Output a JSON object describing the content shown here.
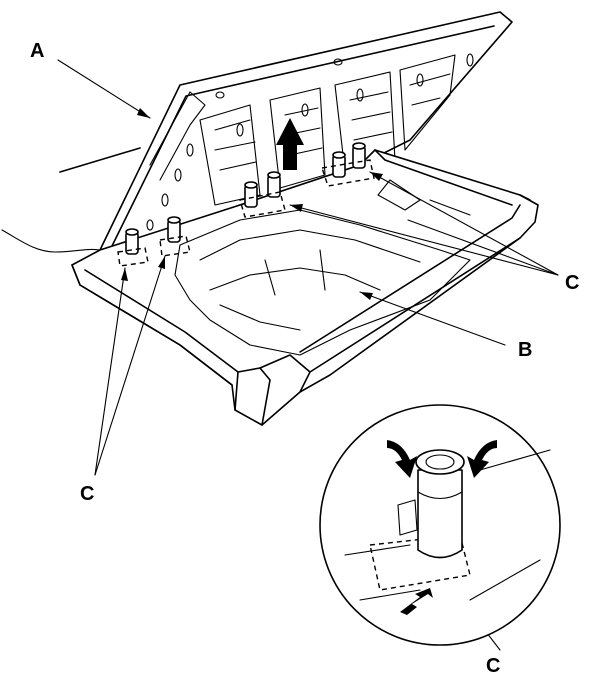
{
  "figure": {
    "callouts": {
      "a": "A",
      "b": "B",
      "c_right": "C",
      "c_left": "C",
      "c_detail": "C"
    }
  }
}
